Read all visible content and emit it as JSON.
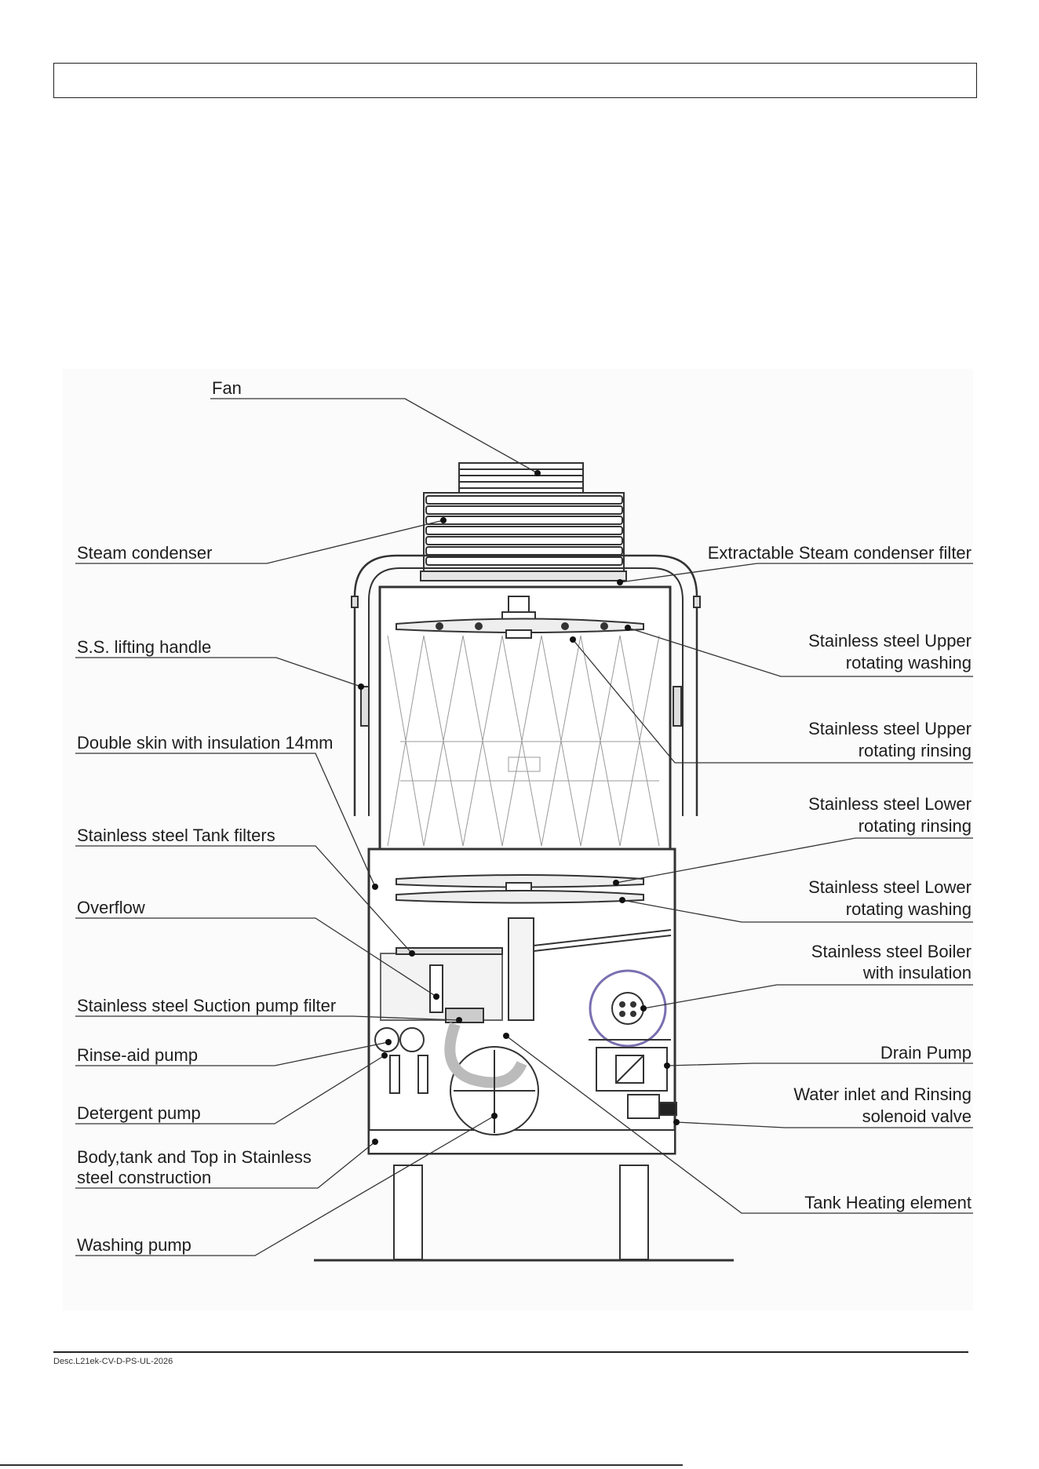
{
  "labels": {
    "fan": "Fan",
    "steam_condenser": "Steam condenser",
    "extractable_filter": "Extractable Steam condenser filter",
    "lifting_handle": "S.S. lifting handle",
    "upper_washing_1": "Stainless steel Upper",
    "upper_washing_2": "rotating washing",
    "double_skin": "Double skin with insulation 14mm",
    "upper_rinsing_1": "Stainless steel Upper",
    "upper_rinsing_2": "rotating rinsing",
    "tank_filters": "Stainless steel Tank filters",
    "lower_rinsing_1": "Stainless steel Lower",
    "lower_rinsing_2": "rotating rinsing",
    "overflow": "Overflow",
    "lower_washing_1": "Stainless steel Lower",
    "lower_washing_2": "rotating washing",
    "boiler_1": "Stainless steel Boiler",
    "boiler_2": "with insulation",
    "suction_filter": "Stainless steel Suction pump filter",
    "rinse_aid_pump": "Rinse-aid pump",
    "drain_pump": "Drain Pump",
    "detergent_pump": "Detergent pump",
    "water_inlet_1": "Water inlet and Rinsing",
    "water_inlet_2": "solenoid valve",
    "body_1": "Body,tank and Top in Stainless",
    "body_2": "steel construction",
    "tank_heating": "Tank Heating element",
    "washing_pump": "Washing pump"
  },
  "footer": {
    "code": "Desc.L21ek-CV-D-PS-UL-2026"
  }
}
